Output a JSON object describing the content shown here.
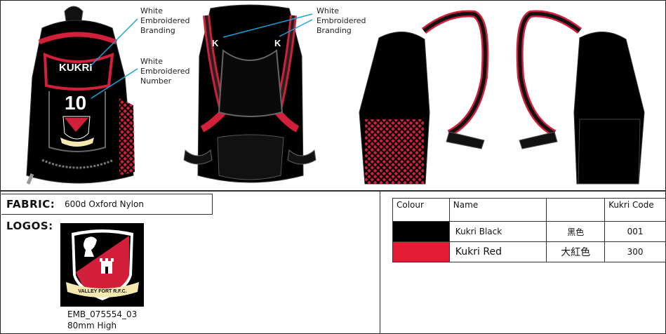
{
  "callouts": {
    "front_branding": "White\nEmbroidered\nBranding",
    "front_number": "White\nEmbroidered\nNumber",
    "back_branding": "White\nEmbroidered\nBranding"
  },
  "bag": {
    "brand_text": "KUKRI",
    "number": "10",
    "shield_text": "VALLEY FORT R.F.C."
  },
  "fabric": {
    "label": "FABRIC:",
    "value": "600d Oxford Nylon"
  },
  "logos": {
    "label": "LOGOS:",
    "code": "EMB_075554_03",
    "size": "80mm High"
  },
  "colour_table": {
    "headers": [
      "Colour",
      "Name",
      "",
      "Kukri Code"
    ],
    "rows": [
      {
        "name": "Kukri Black",
        "chinese": "黑色",
        "code": "001",
        "swatch": "#000000"
      },
      {
        "name": "Kukri Red",
        "chinese": "大紅色",
        "code": "300",
        "swatch": "#e31b35"
      }
    ]
  },
  "colors": {
    "black": "#000000",
    "red": "#d21f3a",
    "grey": "#9a9a9a",
    "callout_line": "#1aa3d8"
  }
}
